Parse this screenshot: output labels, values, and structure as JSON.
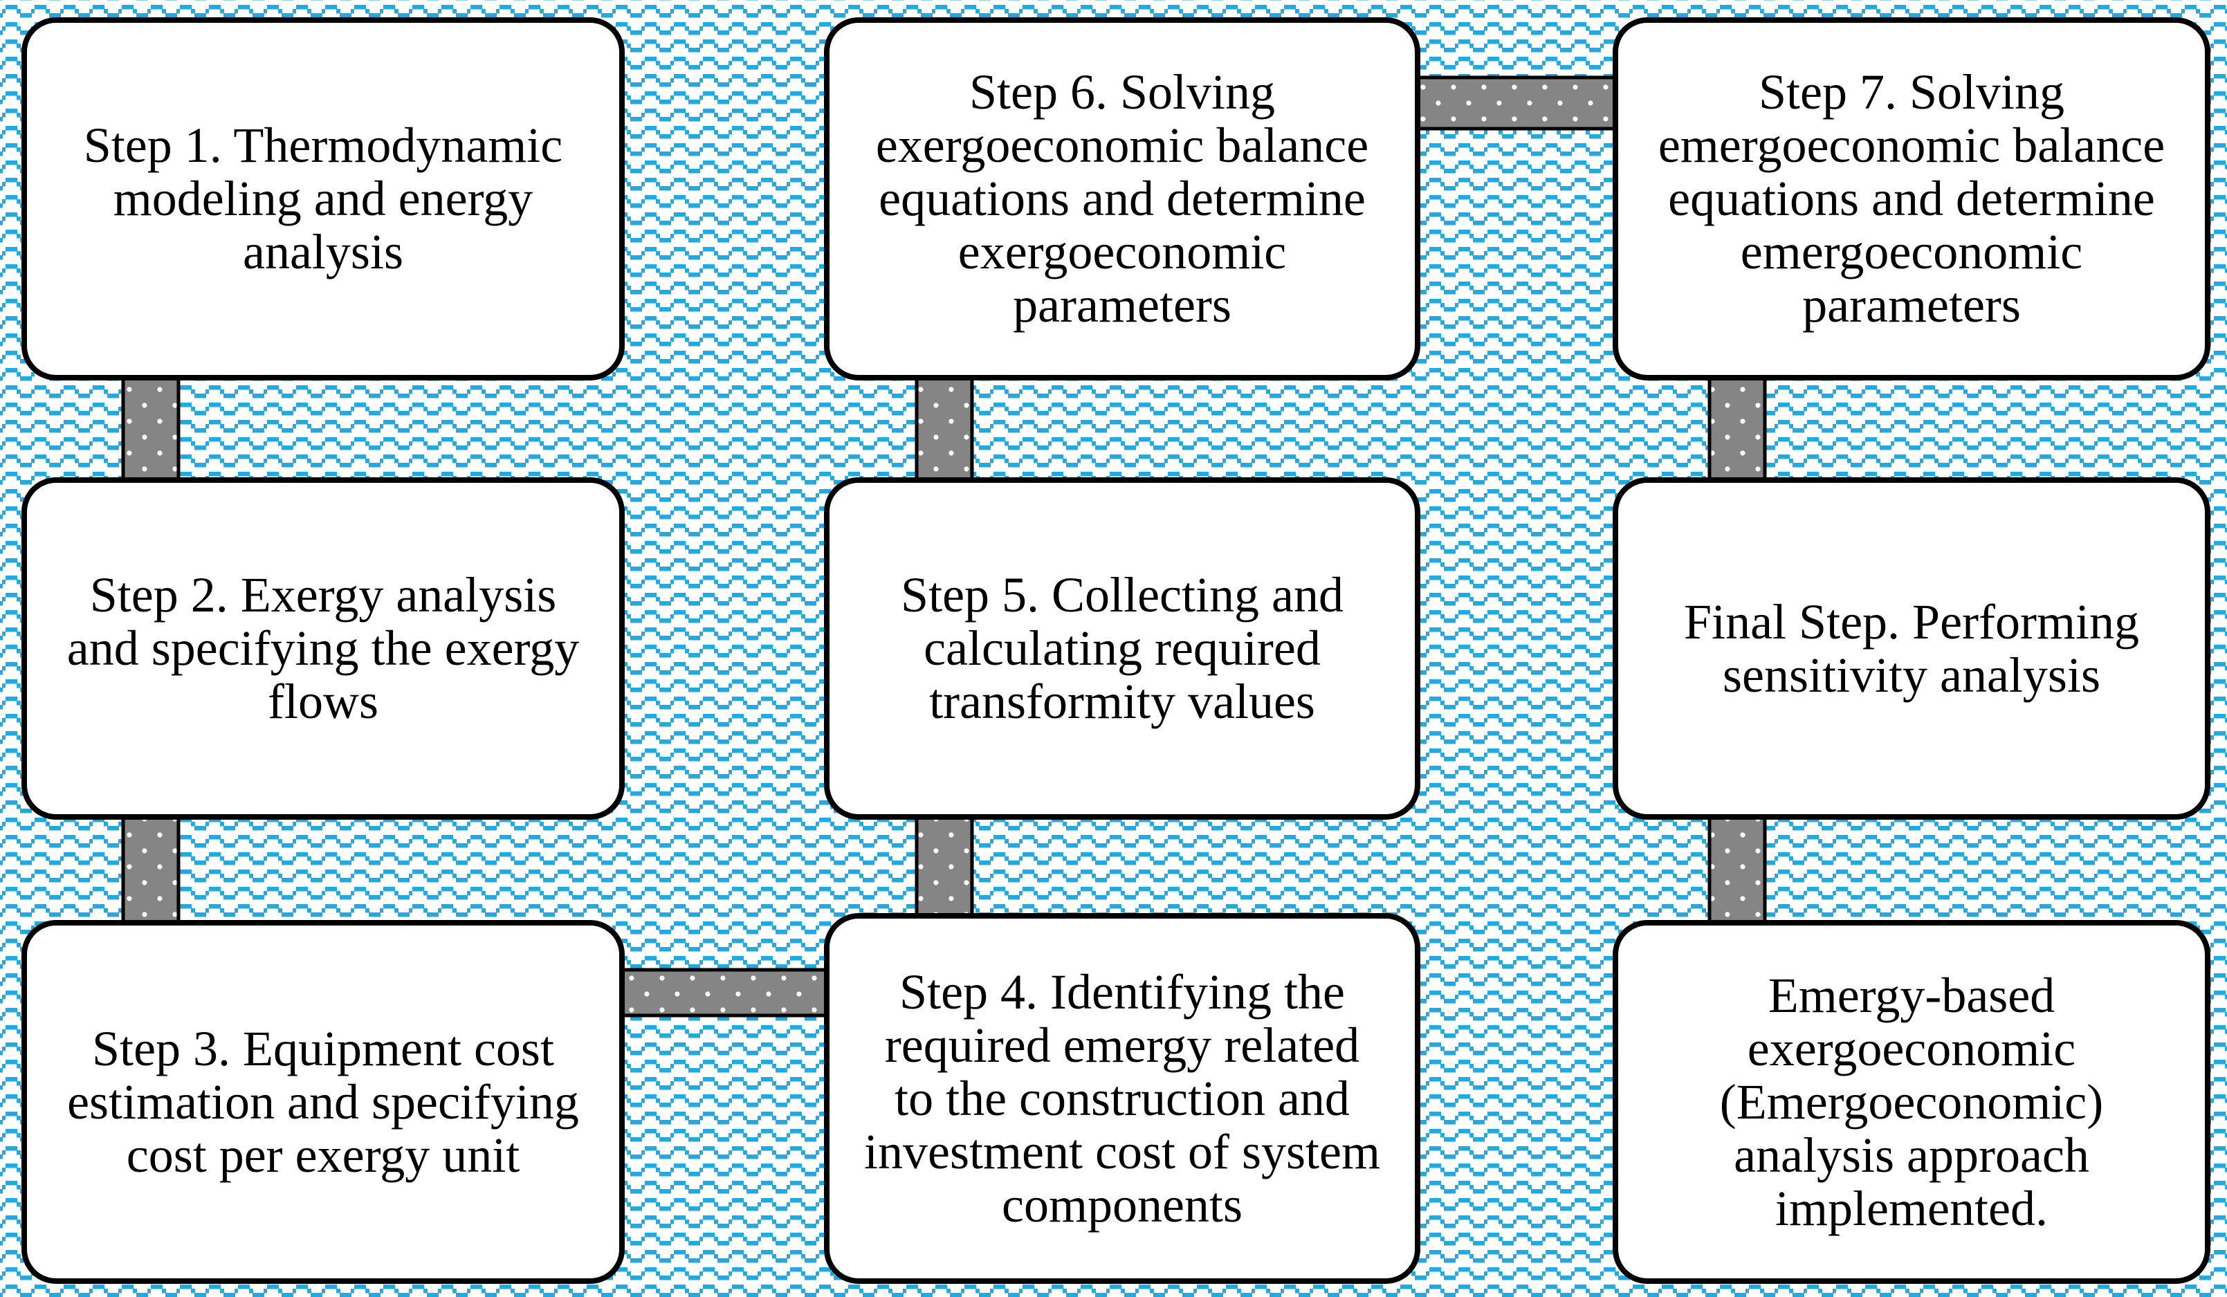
{
  "colors": {
    "pattern_blue": "#22A9E1",
    "background_white": "#ffffff",
    "connector_gray": "#858585",
    "connector_dot": "#ffffff",
    "connector_edge": "#000000",
    "box_border": "#000000",
    "box_fill": "#ffffff",
    "text": "#000000"
  },
  "boxes": [
    {
      "id": "step1",
      "label": "Step 1. Thermodynamic\nmodeling and energy\nanalysis"
    },
    {
      "id": "step2",
      "label": "Step 2. Exergy analysis\nand specifying the exergy\nflows"
    },
    {
      "id": "step3",
      "label": "Step 3. Equipment cost\nestimation and specifying\ncost per exergy unit"
    },
    {
      "id": "step4",
      "label": "Step 4. Identifying the\nrequired emergy related\nto the construction and\ninvestment cost of system\ncomponents"
    },
    {
      "id": "step5",
      "label": "Step 5. Collecting and\ncalculating required\ntransformity values"
    },
    {
      "id": "step6",
      "label": "Step 6. Solving\nexergoeconomic balance\nequations and determine\nexergoeconomic\nparameters"
    },
    {
      "id": "step7",
      "label": "Step 7. Solving\nemergoeconomic balance\nequations and determine\nemergoeconomic\nparameters"
    },
    {
      "id": "final",
      "label": "Final Step. Performing\nsensitivity analysis"
    },
    {
      "id": "emergy",
      "label": "Emergy-based\nexergoeconomic\n(Emergoeconomic)\nanalysis approach\nimplemented."
    }
  ],
  "connectors": [
    {
      "from": "step1",
      "to": "step2",
      "orientation": "vertical"
    },
    {
      "from": "step2",
      "to": "step3",
      "orientation": "vertical"
    },
    {
      "from": "step3",
      "to": "step4",
      "orientation": "horizontal"
    },
    {
      "from": "step4",
      "to": "step5",
      "orientation": "vertical"
    },
    {
      "from": "step5",
      "to": "step6",
      "orientation": "vertical"
    },
    {
      "from": "step6",
      "to": "step7",
      "orientation": "horizontal"
    },
    {
      "from": "step7",
      "to": "final",
      "orientation": "vertical"
    },
    {
      "from": "final",
      "to": "emergy",
      "orientation": "vertical"
    }
  ]
}
